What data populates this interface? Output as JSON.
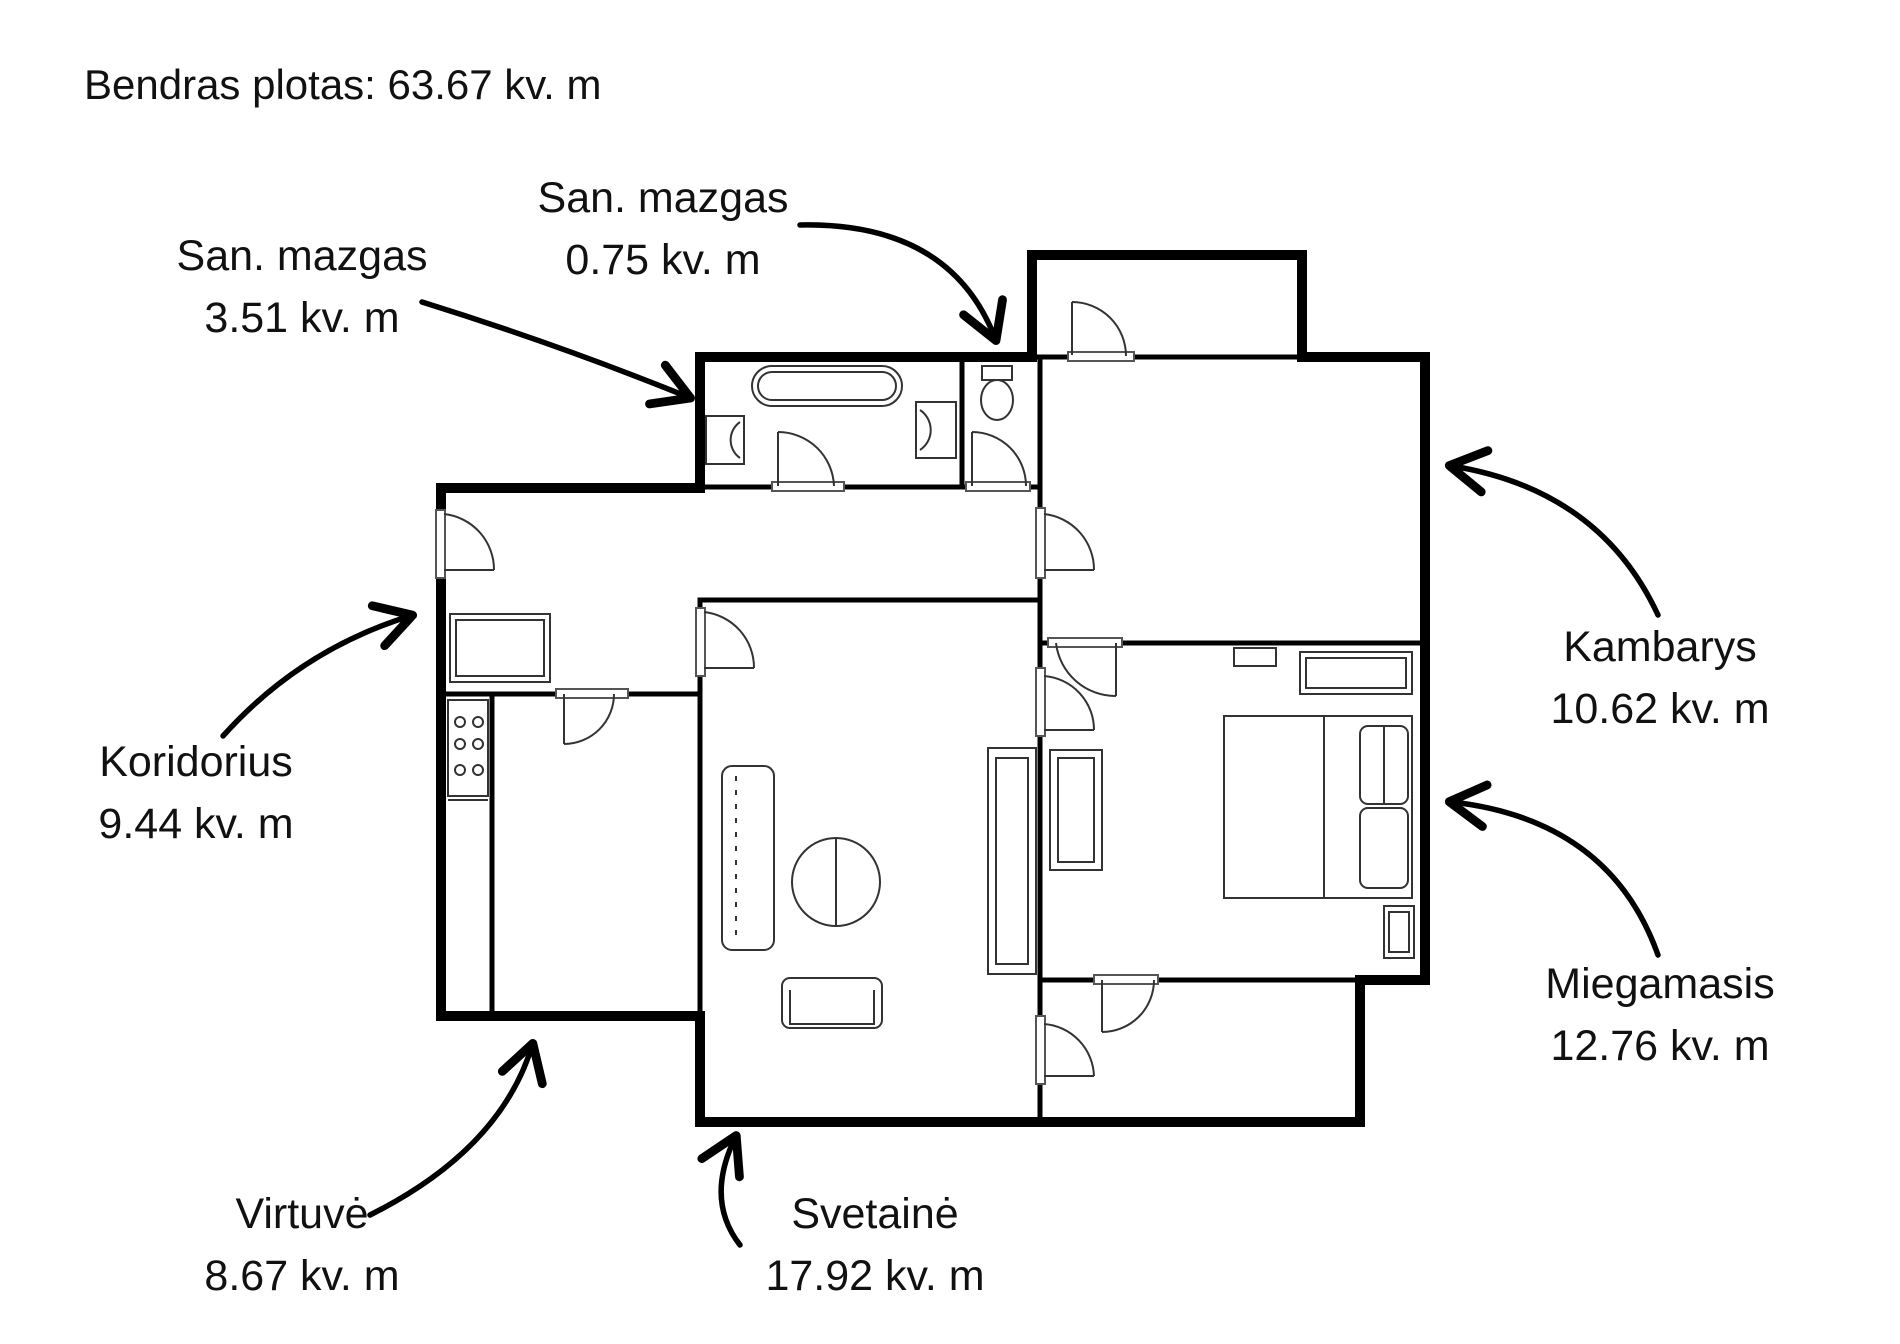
{
  "total_area": "Bendras plotas: 63.67 kv. m",
  "rooms": [
    {
      "id": "bath-large",
      "name": "San. mazgas",
      "area": "3.51 kv. m"
    },
    {
      "id": "bath-small",
      "name": "San. mazgas",
      "area": "0.75 kv. m"
    },
    {
      "id": "corridor",
      "name": "Koridorius",
      "area": "9.44 kv. m"
    },
    {
      "id": "kitchen",
      "name": "Virtuvė",
      "area": "8.67 kv. m"
    },
    {
      "id": "living",
      "name": "Svetainė",
      "area": "17.92 kv. m"
    },
    {
      "id": "room",
      "name": "Kambarys",
      "area": "10.62 kv. m"
    },
    {
      "id": "bedroom",
      "name": "Miegamasis",
      "area": "12.76 kv. m"
    }
  ],
  "colors": {
    "wall": "#000000",
    "line": "#333333",
    "text": "#111111",
    "background": "#ffffff"
  }
}
